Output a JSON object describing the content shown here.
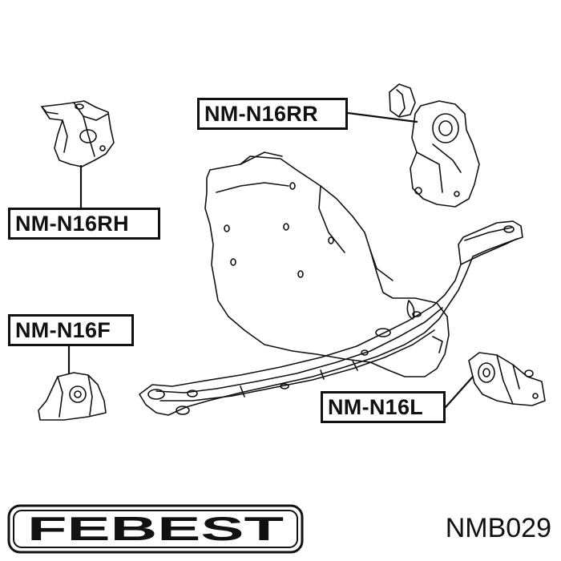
{
  "labels": {
    "rear_right": "NM-N16RR",
    "right": "NM-N16RH",
    "front": "NM-N16F",
    "left": "NM-N16L"
  },
  "brand": {
    "name": "FEBEST"
  },
  "part_number": "NMB029",
  "colors": {
    "line": "#111111",
    "background": "#ffffff"
  }
}
